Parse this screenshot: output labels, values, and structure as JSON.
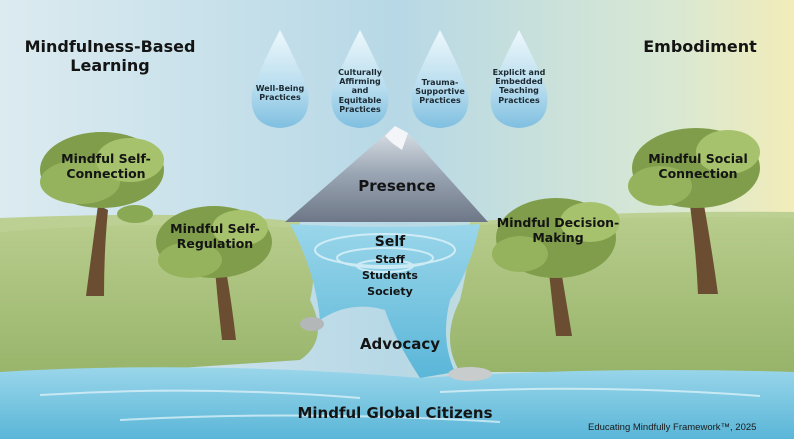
{
  "title_left": "Mindfulness-Based Learning",
  "title_right": "Embodiment",
  "drops": [
    "Well-Being Practices",
    "Culturally Affirming and Equitable Practices",
    "Trauma-Supportive Practices",
    "Explicit and Embedded Teaching Practices"
  ],
  "peak_label": "Presence",
  "self": {
    "label": "Self",
    "items": [
      "Staff",
      "Students",
      "Society"
    ]
  },
  "trees": [
    "Mindful Self-Connection",
    "Mindful Self-Regulation",
    "Mindful Decision-Making",
    "Mindful Social Connection"
  ],
  "river_label": "Advocacy",
  "bottom_label": "Mindful Global Citizens",
  "credit": "Educating Mindfully Framework™, 2025",
  "colors": {
    "sky": "#cfe3ea",
    "grass": "#a9c27a",
    "water": "#6fc3de",
    "foliage": "#7f9d4a",
    "mountain": "#8f9aa8",
    "text": "#141414"
  }
}
